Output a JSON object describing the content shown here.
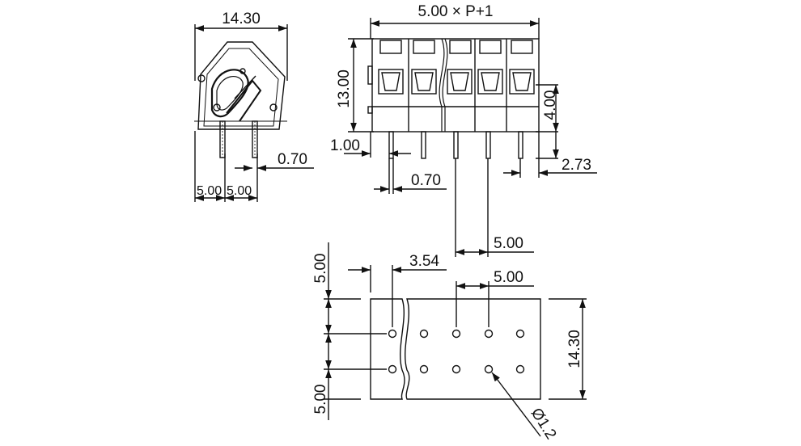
{
  "dimensions": {
    "side_width": "14.30",
    "front_width": "5.00 × P+1",
    "front_height": "13.00",
    "front_top_height": "4.00",
    "pin_offset": "1.00",
    "pin_width_side": "0.70",
    "pin_width_front": "0.70",
    "side_pitch_left": "5.00",
    "side_pitch_right": "5.00",
    "pin_pitch_front": "5.00",
    "end_offset": "2.73",
    "footprint_top_offset": "5.00",
    "footprint_row_pitch": "5.00",
    "footprint_edge_offset": "3.54",
    "footprint_pitch": "5.00",
    "footprint_height": "14.30",
    "hole_diameter": "Ø1.2"
  },
  "colors": {
    "line": "#111111",
    "background": "#ffffff"
  }
}
